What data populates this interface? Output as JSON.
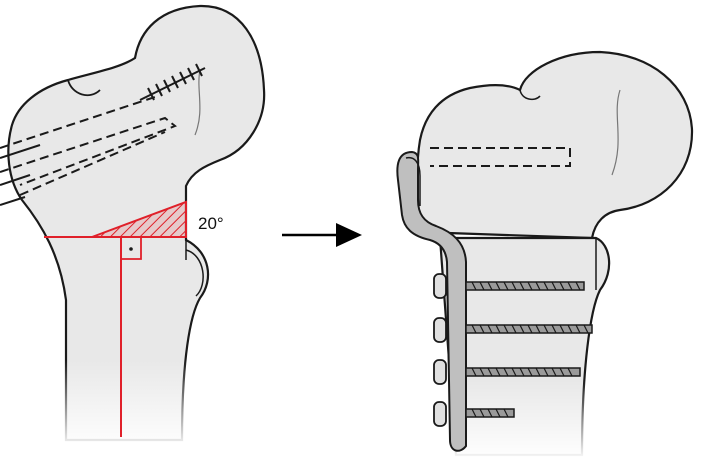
{
  "diagram": {
    "angle_label": "20°"
  },
  "colors": {
    "bone_fill": "#e8e8e8",
    "bone_shade": "#d7d7d7",
    "outline": "#1a1a1a",
    "cut_line": "#e0202a",
    "hatch": "#e0202a",
    "plate_fill": "#bfbfbf",
    "screw": "#555555",
    "arrow": "#000000"
  },
  "left_panel": {
    "name": "femur-before-osteotomy"
  },
  "right_panel": {
    "name": "femur-after-fixation",
    "screw_count": 4
  }
}
